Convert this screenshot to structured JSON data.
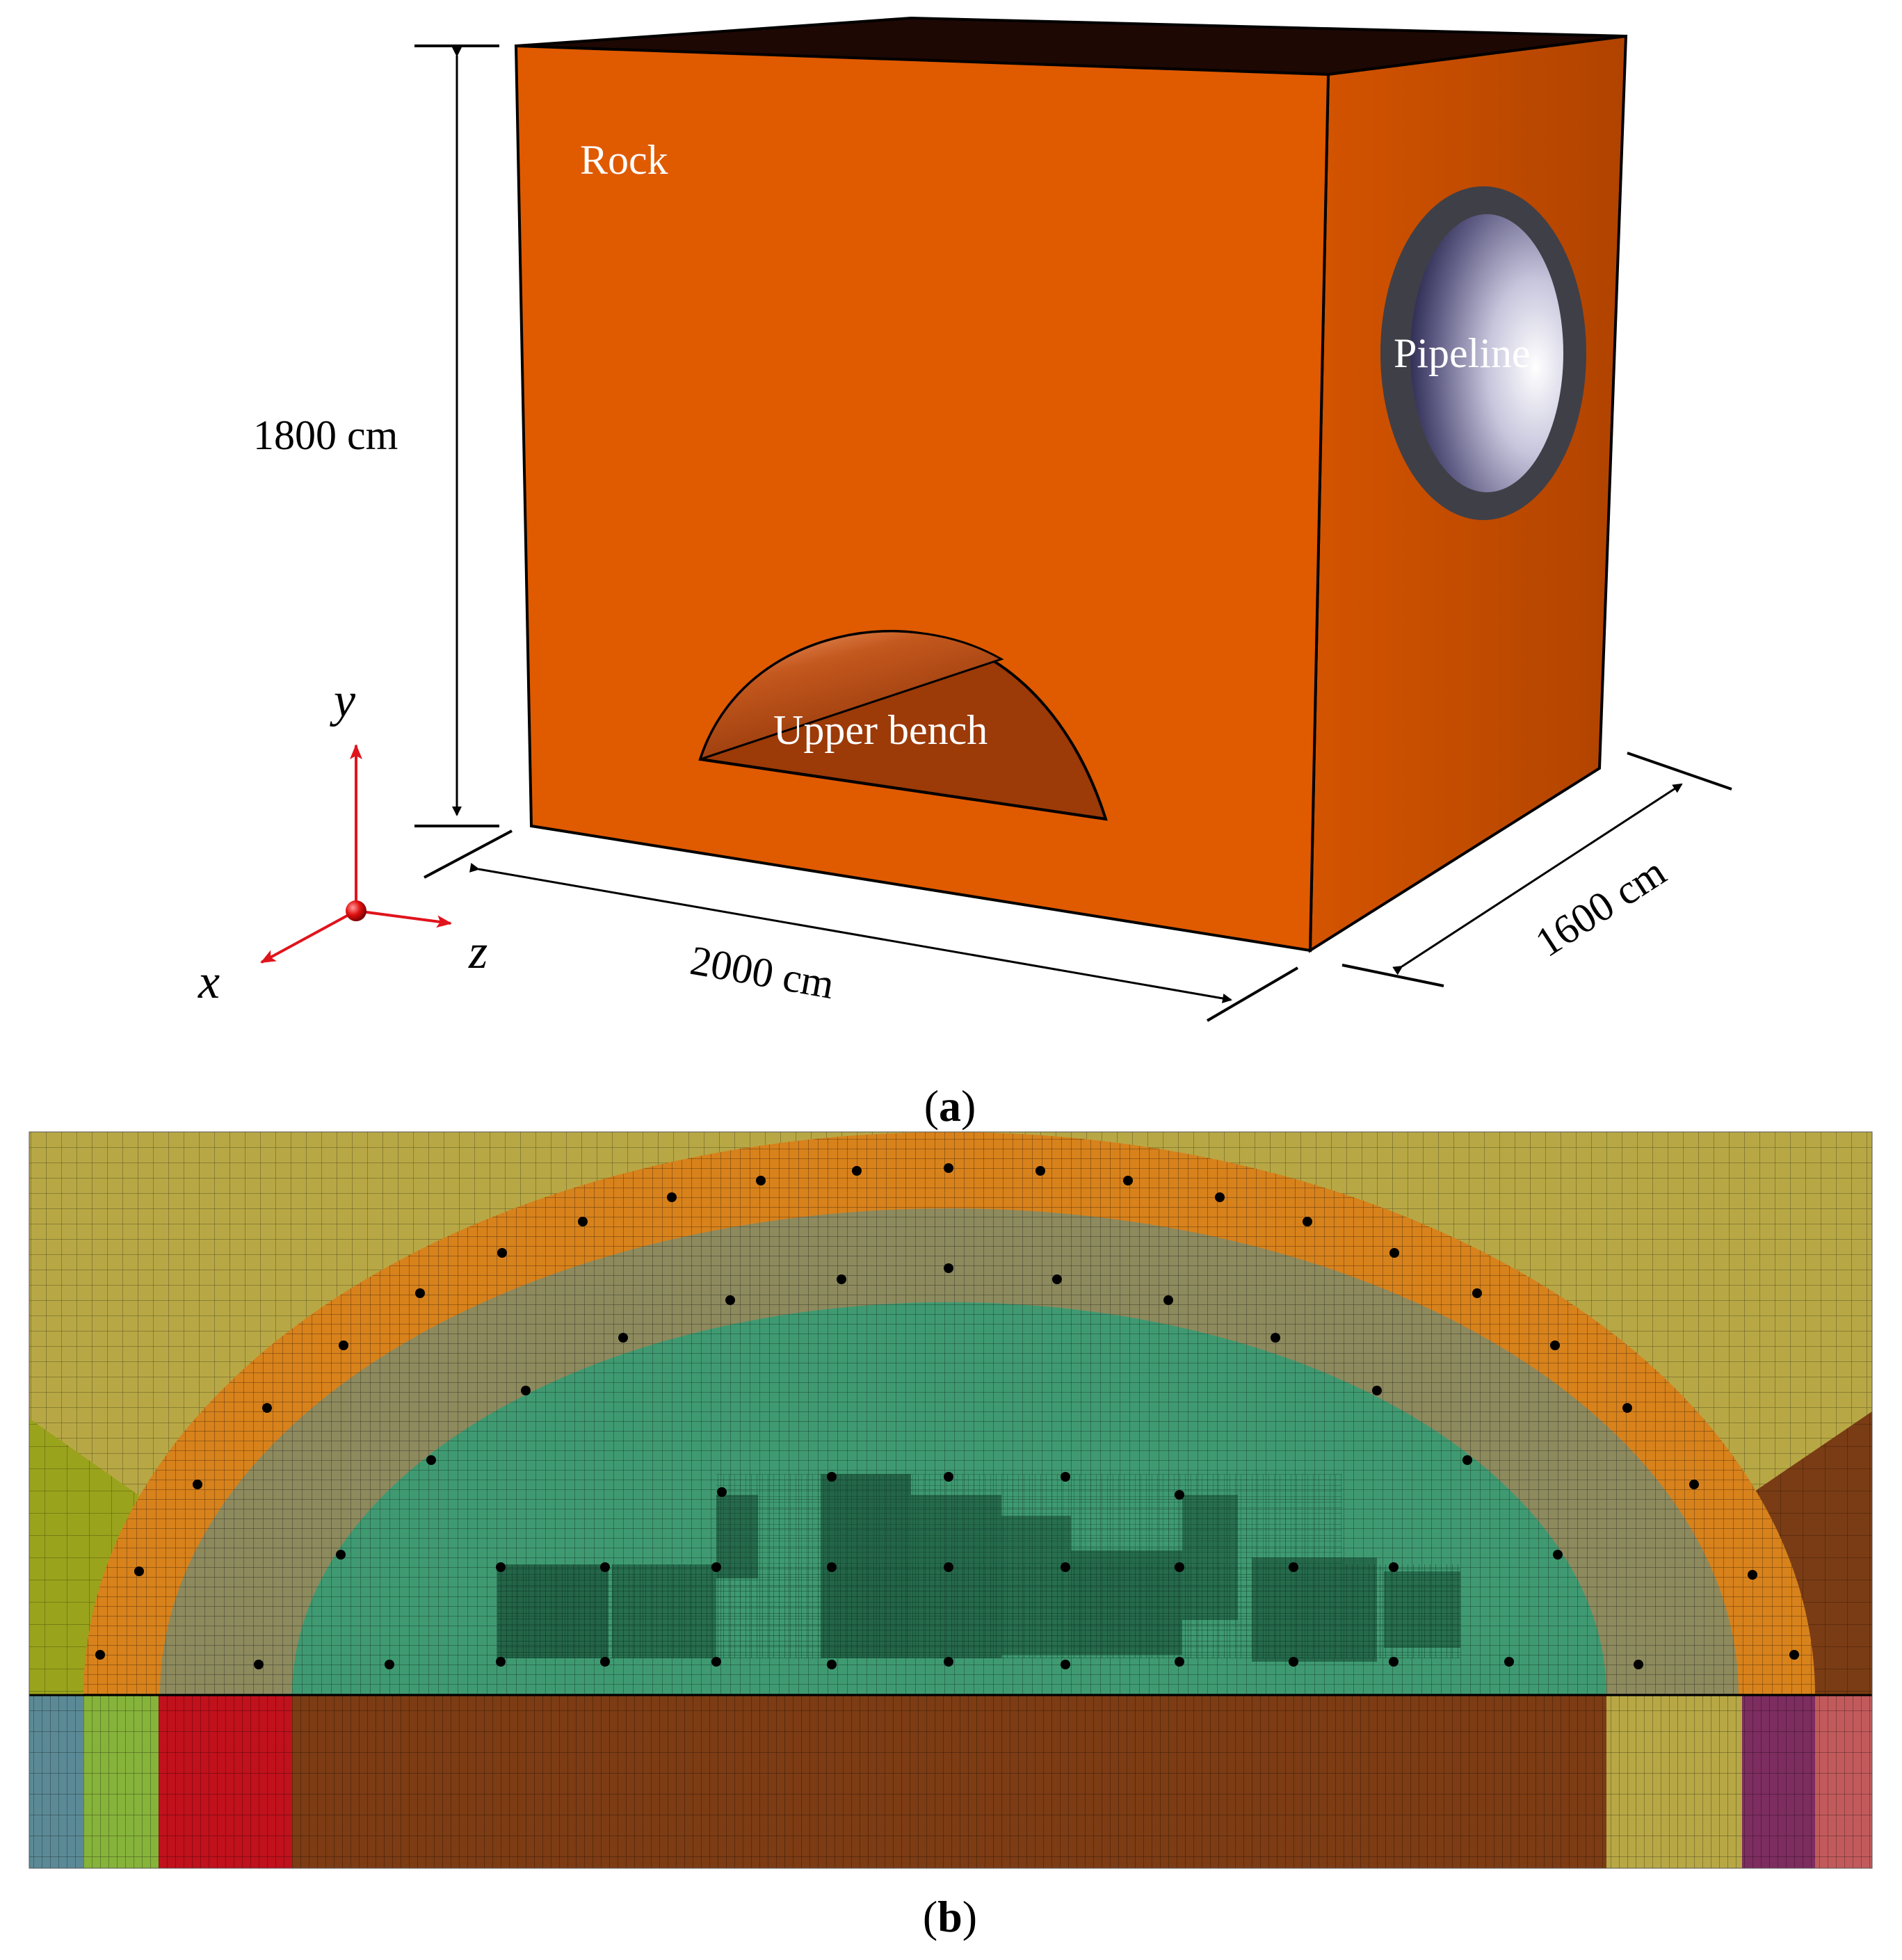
{
  "panel_a": {
    "caption_letter": "a",
    "block_label": "Rock",
    "pipeline_label": "Pipeline",
    "bench_label": "Upper bench",
    "dimensions": {
      "height": "1800 cm",
      "width": "2000 cm",
      "depth": "1600 cm"
    },
    "axes": {
      "x": "x",
      "y": "y",
      "z": "z"
    },
    "colors": {
      "rock_front": "#e05a00",
      "rock_side": "#c24b00",
      "rock_top": "#1e0803",
      "pipeline_ring": "#3f3f47",
      "bench_fill": "#9c3a08",
      "axis_arrow": "#e0141c"
    }
  },
  "panel_b": {
    "caption_letter": "b",
    "colors": {
      "outer_rock": "#b8a845",
      "arch_ring_outer": "#d8821c",
      "arch_ring_inner": "#8d8a5e",
      "core": "#3f9a72",
      "left_wedge": "#9aa31c",
      "right_wedge": "#7a3c14",
      "base_main": "#7d3c14"
    },
    "base_strips": [
      {
        "color": "#5b8a96"
      },
      {
        "color": "#86b33a"
      },
      {
        "color": "#c0111c"
      },
      {
        "color": "#7d3c14"
      },
      {
        "color": "#b8a845"
      },
      {
        "color": "#7d2d60"
      },
      {
        "color": "#c25a5c"
      }
    ]
  }
}
